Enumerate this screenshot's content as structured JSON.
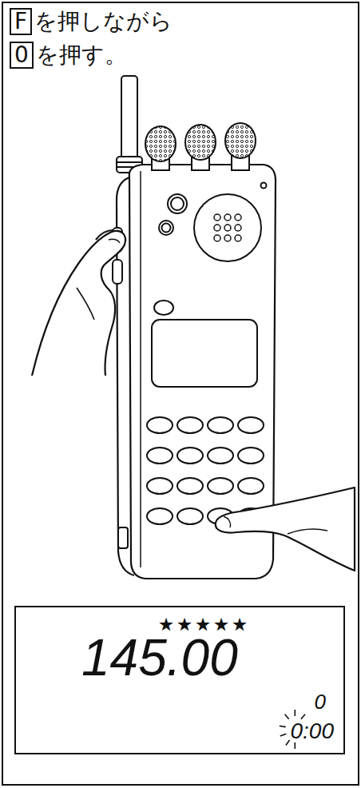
{
  "diagram": {
    "nodes": [
      {
        "text": [
          "F"
        ]
      },
      {
        "text": [
          "0"
        ]
      },
      {
        "text": [
          "★★★★★",
          "145.00",
          "0",
          "0:00"
        ]
      }
    ],
    "labels": [
      "を押しながら",
      "を押す。"
    ]
  }
}
